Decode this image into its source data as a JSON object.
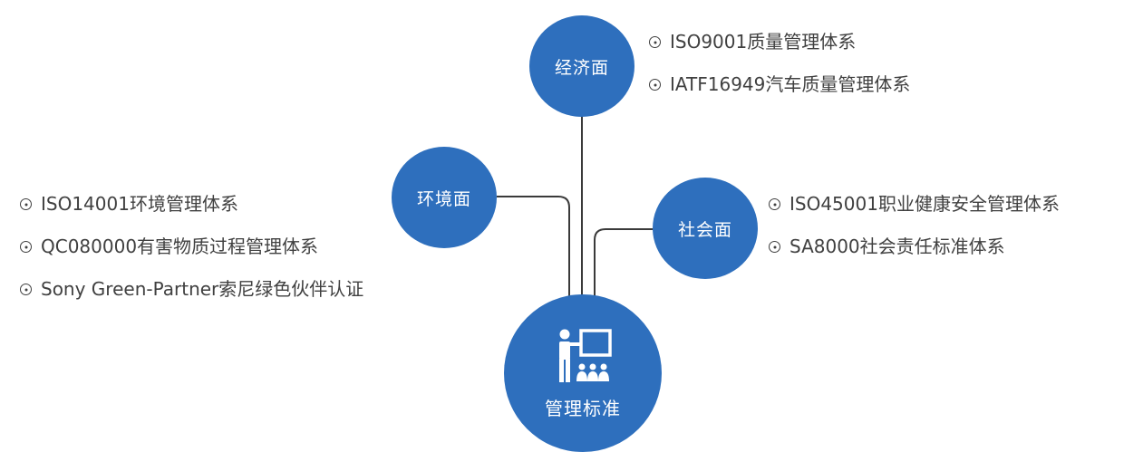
{
  "nodes": {
    "economic": "经济面",
    "environment": "环境面",
    "social": "社会面",
    "center": "管理标准"
  },
  "lists": {
    "economic": [
      "ISO9001质量管理体系",
      "IATF16949汽车质量管理体系"
    ],
    "environment": [
      "ISO14001环境管理体系",
      "QC080000有害物质过程管理体系",
      "Sony Green-Partner索尼绿色伙伴认证"
    ],
    "social": [
      "ISO45001职业健康安全管理体系",
      "SA8000社会责任标准体系"
    ]
  },
  "icons": {
    "center": "presenter-icon",
    "bullet": "circle-dot-icon"
  },
  "colors": {
    "node_fill": "#2e6fbd",
    "connector": "#3a3a3a",
    "text": "#404040"
  }
}
